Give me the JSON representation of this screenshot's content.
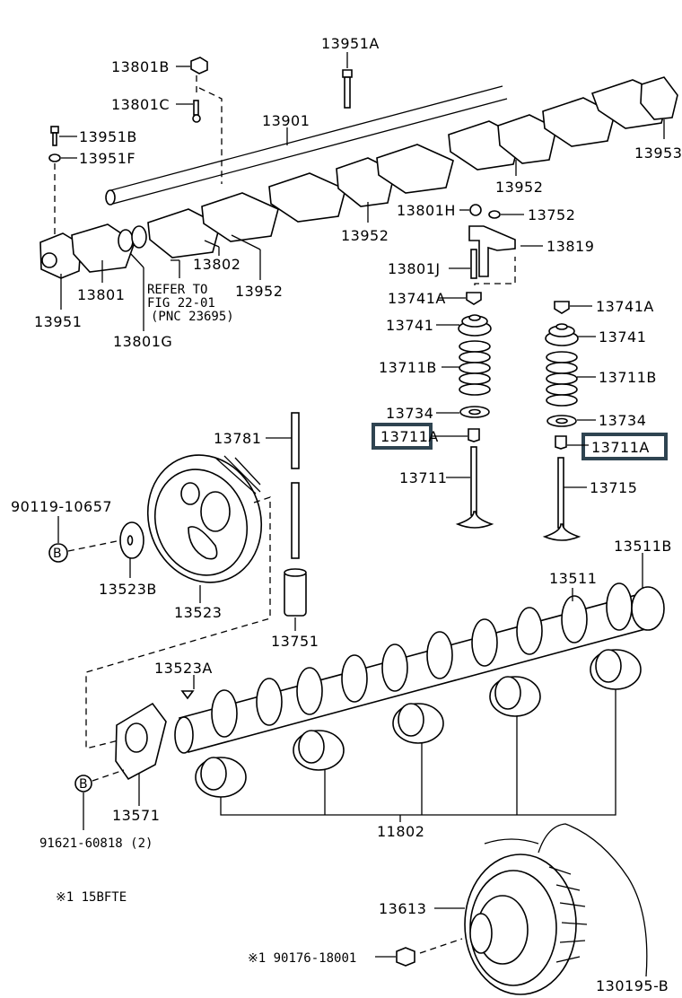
{
  "diagram": {
    "figure_code": "130195-B",
    "highlight_color": "#2f4451",
    "labels": {
      "p13801B": "13801B",
      "p13951A": "13951A",
      "p13801C": "13801C",
      "p13901": "13901",
      "p13951B": "13951B",
      "p13951F": "13951F",
      "p13953": "13953",
      "p13952a": "13952",
      "p13952b": "13952",
      "p13952c": "13952",
      "p13801H": "13801H",
      "p13752": "13752",
      "p13819": "13819",
      "p13802": "13802",
      "p13801": "13801",
      "p13951": "13951",
      "p13801G": "13801G",
      "p13801J": "13801J",
      "p13741A_l": "13741A",
      "p13741A_r": "13741A",
      "p13741_l": "13741",
      "p13741_r": "13741",
      "p13711B_l": "13711B",
      "p13711B_r": "13711B",
      "p13734_l": "13734",
      "p13734_r": "13734",
      "p13711A_l": "13711A",
      "p13711A_r": "13711A",
      "p13711": "13711",
      "p13715": "13715",
      "p13781": "13781",
      "p90119": "90119-10657",
      "p13523B": "13523B",
      "p13523": "13523",
      "p13751": "13751",
      "p13511": "13511",
      "p13511B": "13511B",
      "p13523A": "13523A",
      "p13571": "13571",
      "p91621": "91621-60818 (2)",
      "p11802": "11802",
      "p13613": "13613",
      "p90176": "※1  90176-18001"
    },
    "refer": {
      "line1": "REFER TO",
      "line2": "FIG 22-01",
      "line3": "(PNC 23695)"
    },
    "note": "※1  15BFTE",
    "bolt_marker": "B"
  }
}
